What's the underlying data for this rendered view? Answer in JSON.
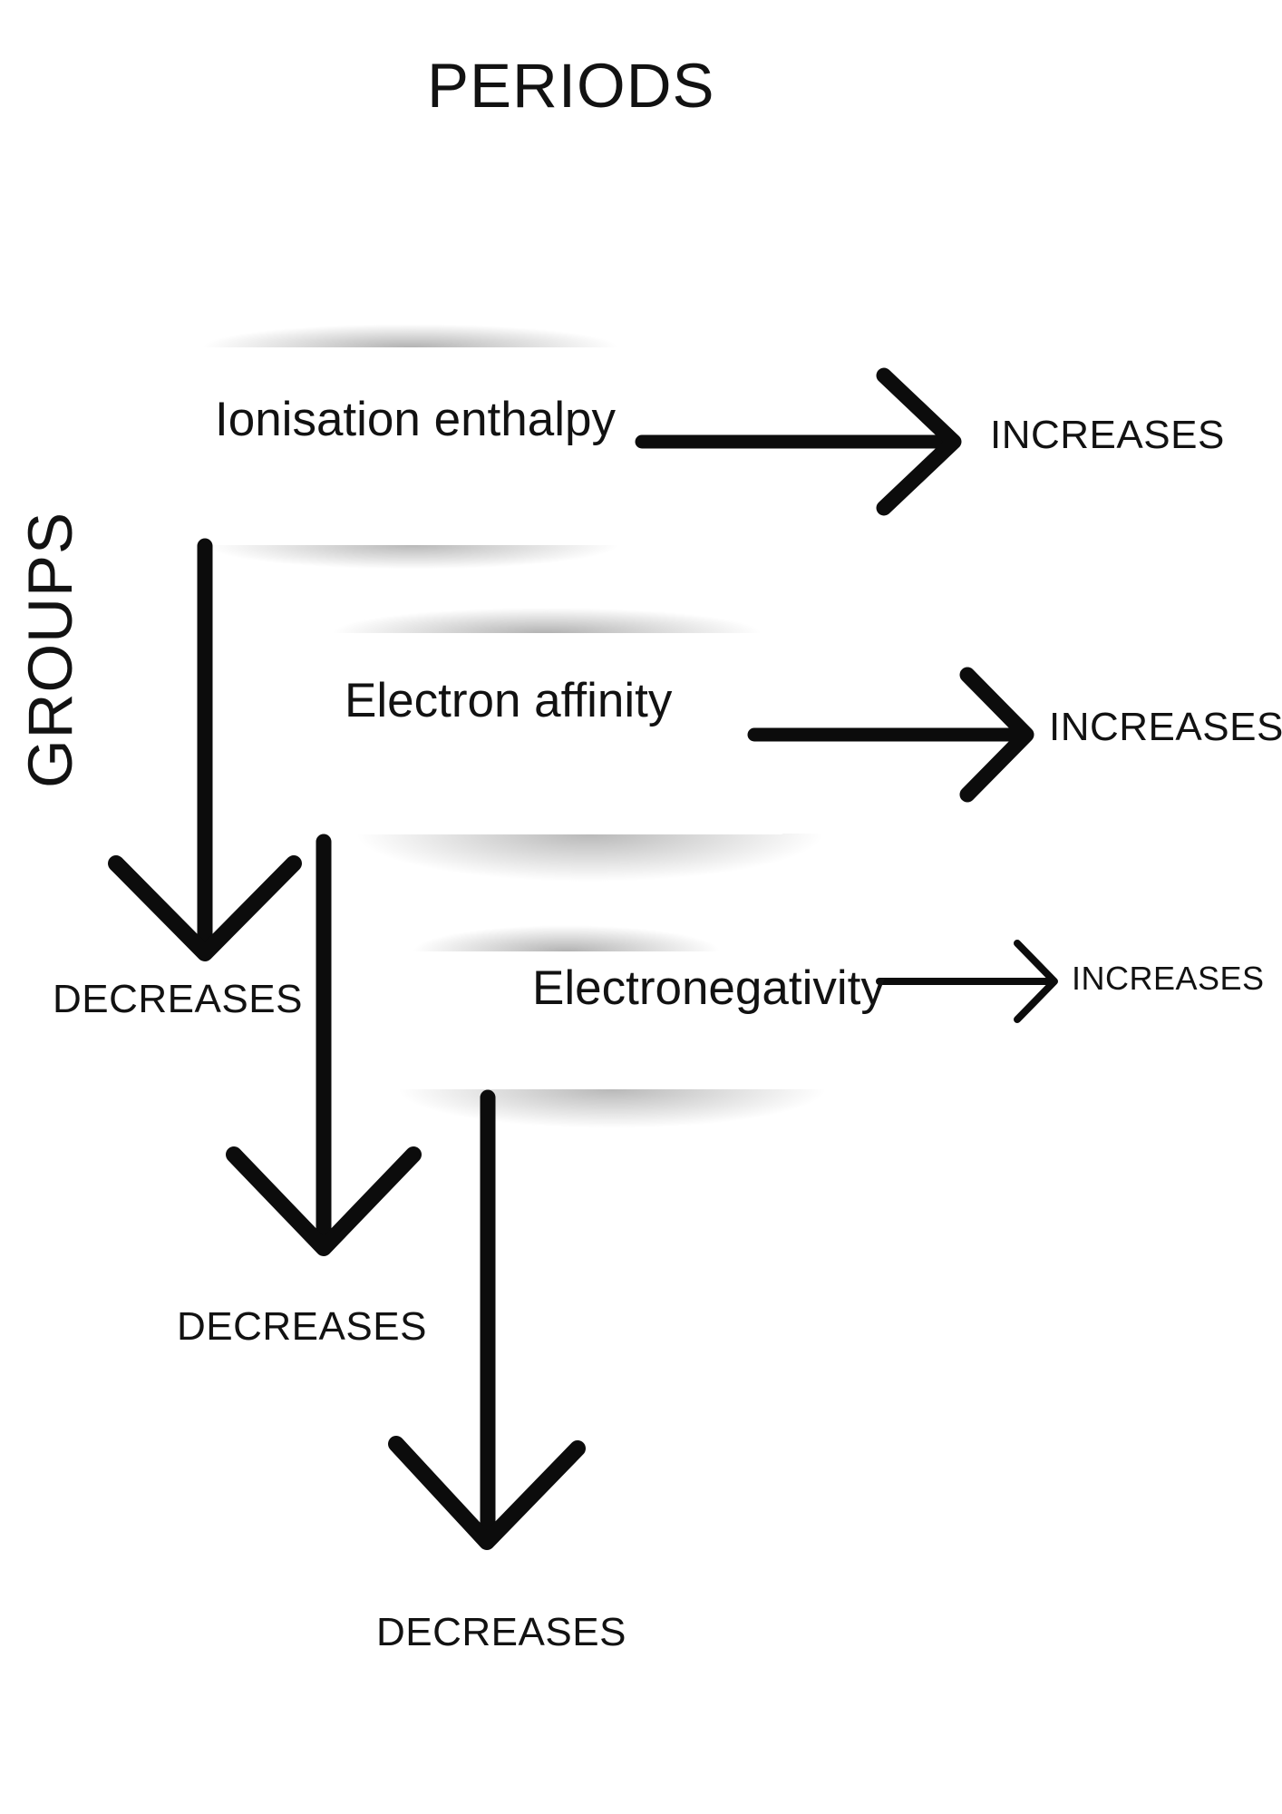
{
  "title": "PERIODS",
  "axis_label": "GROUPS",
  "properties": [
    {
      "name": "Ionisation enthalpy",
      "period_trend": "INCREASES",
      "group_trend": "DECREASES"
    },
    {
      "name": "Electron affinity",
      "period_trend": "INCREASES",
      "group_trend": "DECREASES"
    },
    {
      "name": "Electronegativity",
      "period_trend": "INCREASES",
      "group_trend": "DECREASES"
    }
  ],
  "colors": {
    "ink": "#121212",
    "arrow": "#0c0c0c",
    "background": "#ffffff",
    "card_shadow": "rgba(0,0,0,0.3)"
  }
}
